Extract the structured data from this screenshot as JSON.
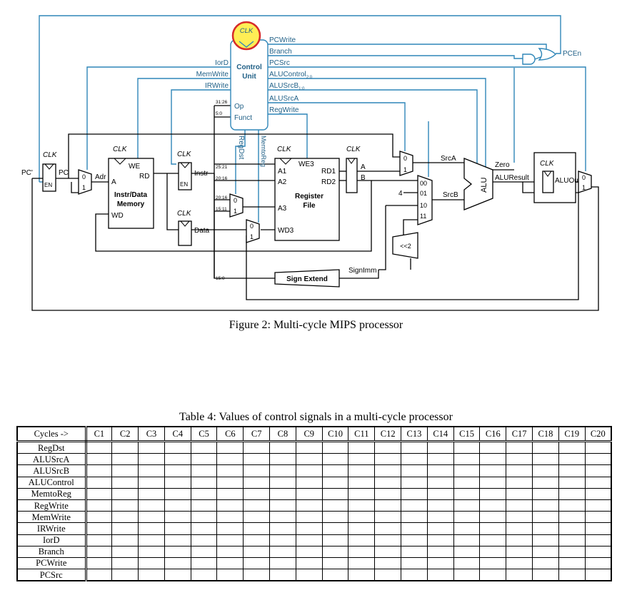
{
  "figure": {
    "caption": "Figure 2: Multi-cycle MIPS processor",
    "labels": {
      "clk": "CLK",
      "control_unit_line1": "Control",
      "control_unit_line2": "Unit",
      "op": "Op",
      "funct": "Funct",
      "op_bits": "31:26",
      "funct_bits": "5:0",
      "pcwrite": "PCWrite",
      "branch": "Branch",
      "pcsrc": "PCSrc",
      "alucontrol": "ALUControl",
      "alucontrol_sub": "2:0",
      "alusrcb": "ALUSrcB",
      "alusrcb_sub": "1:0",
      "alusrca": "ALUSrcA",
      "regwrite": "RegWrite",
      "iord": "IorD",
      "memwrite": "MemWrite",
      "irwrite": "IRWrite",
      "regdst": "RegDst",
      "memtoreg": "MemtoReg",
      "pcen": "PCEn",
      "pc_prime": "PC'",
      "pc": "PC",
      "en": "EN",
      "adr": "Adr",
      "we": "WE",
      "a": "A",
      "rd": "RD",
      "wd": "WD",
      "mem_line1": "Instr/Data",
      "mem_line2": "Memory",
      "instr": "Instr",
      "data": "Data",
      "bits_25_21": "25:21",
      "bits_20_16a": "20:16",
      "bits_20_16b": "20:16",
      "bits_15_11": "15:11",
      "bits_15_0": "15:0",
      "a1": "A1",
      "a2": "A2",
      "a3": "A3",
      "wd3": "WD3",
      "we3": "WE3",
      "rd1": "RD1",
      "rd2": "RD2",
      "rf_line1": "Register",
      "rf_line2": "File",
      "reg_a": "A",
      "reg_b": "B",
      "srca": "SrcA",
      "srcb": "SrcB",
      "alu": "ALU",
      "zero": "Zero",
      "aluresult": "ALUResult",
      "aluout": "ALUOut",
      "four": "4",
      "sel00": "00",
      "sel01": "01",
      "sel10": "10",
      "sel11": "11",
      "zero_in": "0",
      "one_in": "1",
      "shift2": "<<2",
      "signimm": "SignImm",
      "sign_extend": "Sign Extend"
    }
  },
  "table": {
    "caption": "Table 4: Values of control signals in a multi-cycle processor",
    "corner": "Cycles ->",
    "cycles": [
      "C1",
      "C2",
      "C3",
      "C4",
      "C5",
      "C6",
      "C7",
      "C8",
      "C9",
      "C10",
      "C11",
      "C12",
      "C13",
      "C14",
      "C15",
      "C16",
      "C17",
      "C18",
      "C19",
      "C20"
    ],
    "signals": [
      "RegDst",
      "ALUSrcA",
      "ALUSrcB",
      "ALUControl",
      "MemtoReg",
      "RegWrite",
      "MemWrite",
      "IRWrite",
      "IorD",
      "Branch",
      "PCWrite",
      "PCSrc"
    ]
  },
  "colors": {
    "control_wire": "#2f86b8",
    "datapath": "#000000",
    "clk_highlight": "#ffee55",
    "clk_ring": "#d62a2a"
  }
}
